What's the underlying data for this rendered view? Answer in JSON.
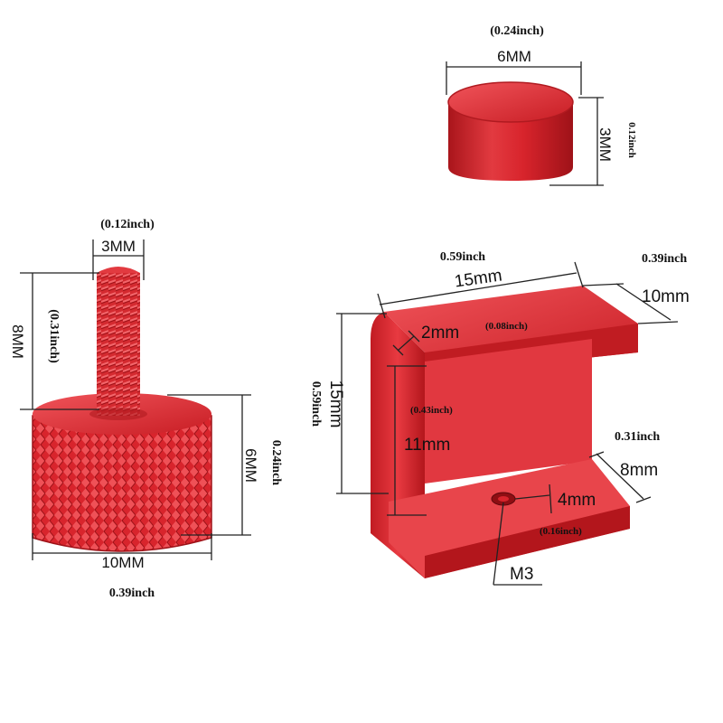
{
  "colors": {
    "part_main": "#d8242c",
    "part_dark": "#a9151b",
    "part_light": "#f0545a",
    "dimension_line": "#222222",
    "background": "#ffffff"
  },
  "cap": {
    "diameter_mm": "6MM",
    "diameter_in": "(0.24inch)",
    "height_mm": "3MM",
    "height_in": "0.12inch"
  },
  "screw": {
    "thread_diameter_mm": "3MM",
    "thread_diameter_in": "(0.12inch)",
    "thread_length_mm": "8MM",
    "thread_length_in": "(0.31inch)",
    "head_height_mm": "6MM",
    "head_height_in": "0.24inch",
    "head_diameter_mm": "10MM",
    "head_diameter_in": "0.39inch"
  },
  "bracket": {
    "width_mm": "15mm",
    "width_in": "0.59inch",
    "top_depth_mm": "10mm",
    "top_depth_in": "0.39inch",
    "thickness_mm": "2mm",
    "thickness_in": "(0.08inch)",
    "height_mm": "15mm",
    "height_in": "0.59inch",
    "inner_height_mm": "11mm",
    "inner_height_in": "(0.43inch)",
    "bottom_depth_mm": "8mm",
    "bottom_depth_in": "0.31inch",
    "hole_offset_mm": "4mm",
    "hole_offset_in": "(0.16inch)",
    "thread_spec": "M3"
  }
}
